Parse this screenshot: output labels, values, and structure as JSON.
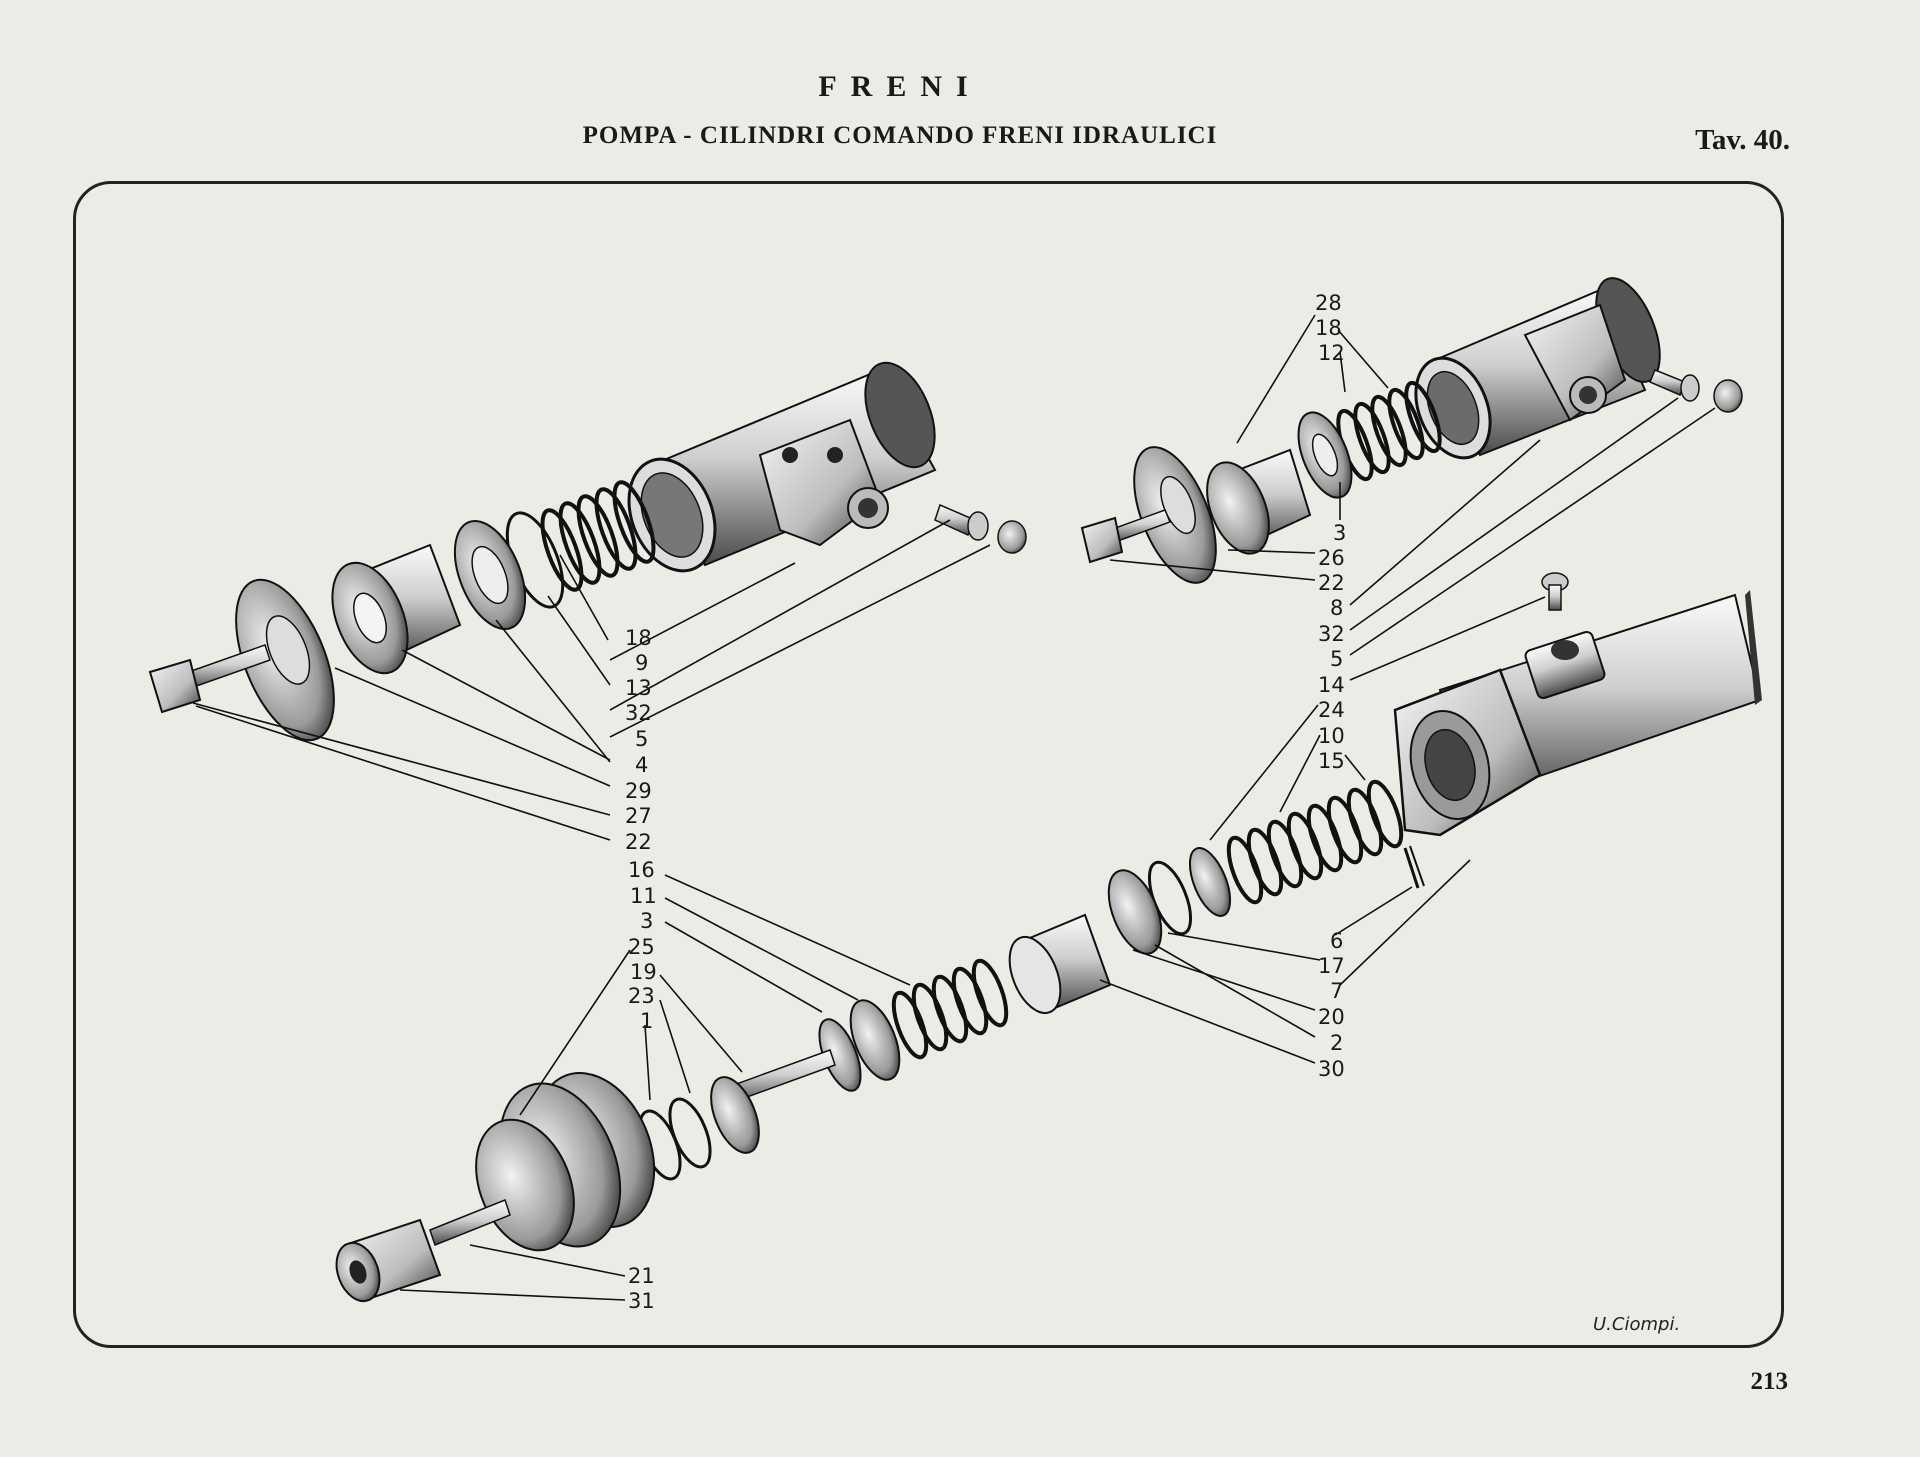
{
  "header": {
    "title": "FRENI",
    "subtitle": "POMPA - CILINDRI COMANDO FRENI IDRAULICI",
    "plate": "Tav. 40."
  },
  "footer": {
    "page_number": "213",
    "signature": "U.Ciompi."
  },
  "callouts": {
    "left_cylinder": [
      "18",
      "9",
      "13",
      "32",
      "5",
      "4",
      "29",
      "27",
      "22"
    ],
    "right_cylinder_top": [
      "28",
      "18",
      "12"
    ],
    "right_cylinder_bottom": [
      "3",
      "26",
      "22",
      "8",
      "32",
      "5",
      "14"
    ],
    "master_upper": [
      "24",
      "10",
      "15"
    ],
    "center_column": [
      "16",
      "11",
      "3",
      "25",
      "19",
      "23",
      "1"
    ],
    "master_right": [
      "6",
      "17",
      "7",
      "20",
      "2",
      "30"
    ],
    "master_bottom": [
      "21",
      "31"
    ]
  }
}
